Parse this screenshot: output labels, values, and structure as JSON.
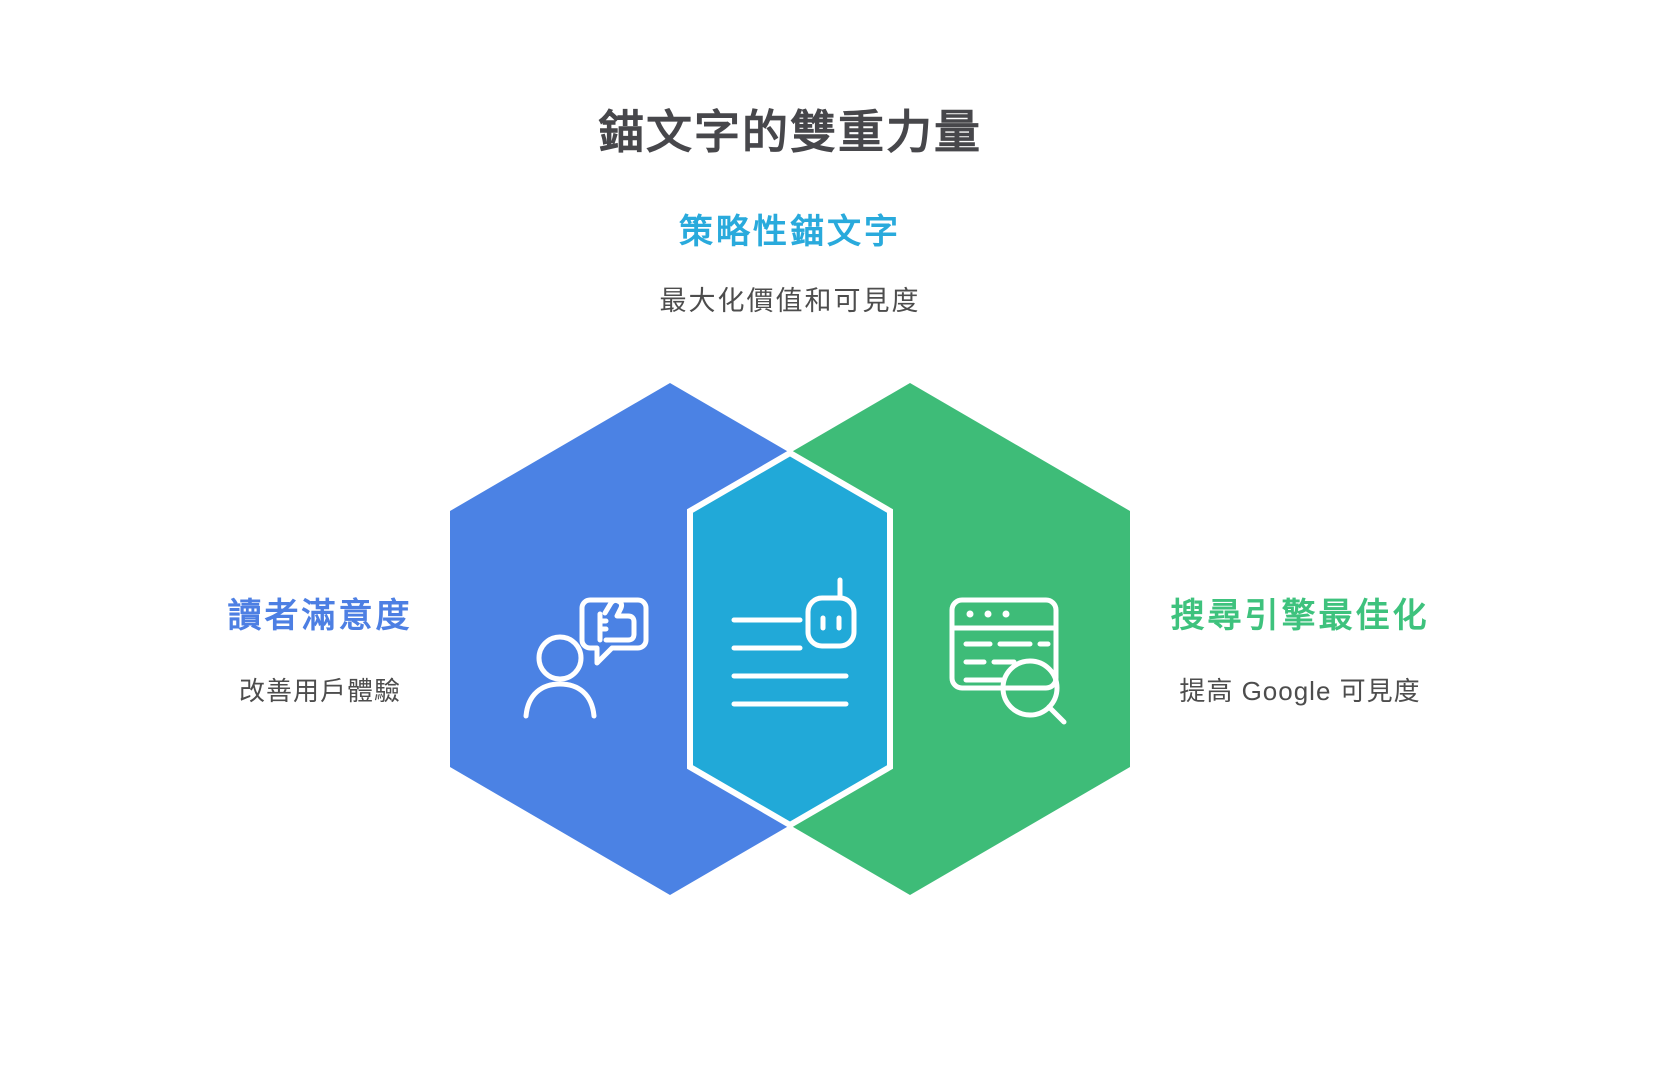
{
  "page": {
    "title": "錨文字的雙重力量",
    "background": "#ffffff",
    "title_color": "#47474b"
  },
  "center_callout": {
    "subtitle": "策略性錨文字",
    "subtitle_color": "#29aadc",
    "description": "最大化價值和可見度",
    "description_color": "#4d4d4d"
  },
  "venn": {
    "left": {
      "label": "讀者滿意度",
      "sublabel": "改善用戶體驗",
      "label_color": "#4d7fe3",
      "hexagon_color": "#4b82e4",
      "icon": "person-speech-bubble-thumbs-up-icon"
    },
    "center": {
      "hexagon_color": "#21a9d8",
      "border_color": "#ffffff",
      "icon": "document-robot-icon"
    },
    "right": {
      "label": "搜尋引擎最佳化",
      "sublabel": "提高 Google 可見度",
      "label_color": "#3ec27d",
      "hexagon_color": "#3ebc78",
      "icon": "browser-magnifier-icon"
    },
    "sublabel_color": "#4d4d4d"
  }
}
